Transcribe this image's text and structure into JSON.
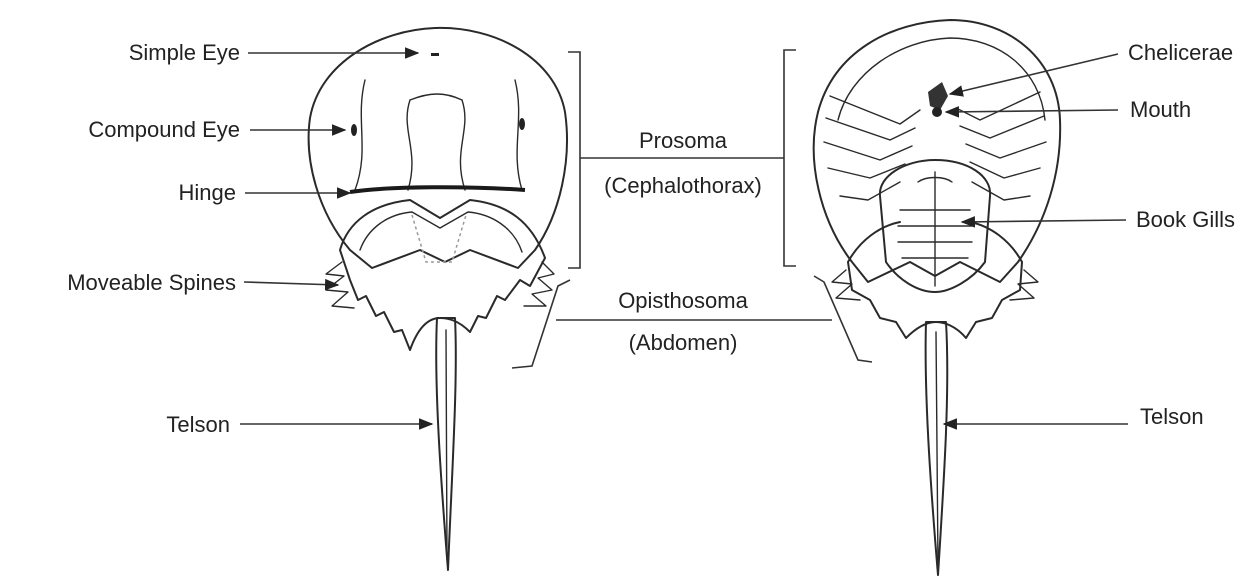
{
  "labels": {
    "simple_eye": "Simple Eye",
    "compound_eye": "Compound Eye",
    "hinge": "Hinge",
    "moveable_spines": "Moveable Spines",
    "telson_left": "Telson",
    "prosoma": "Prosoma",
    "cephalothorax": "(Cephalothorax)",
    "opisthosoma": "Opisthosoma",
    "abdomen": "(Abdomen)",
    "chelicerae": "Chelicerae",
    "mouth": "Mouth",
    "book_gills": "Book Gills",
    "telson_right": "Telson"
  }
}
